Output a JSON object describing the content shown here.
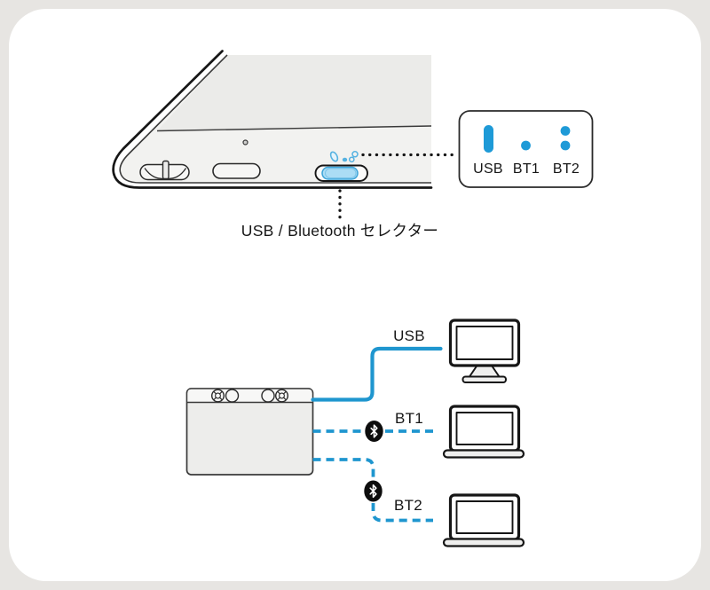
{
  "colors": {
    "accent": "#1F96CF",
    "indicator_blue": "#1E9AD7",
    "slider_fill": "#ABDDF5",
    "slider_stroke": "#3BA3D8",
    "mini_icon_blue": "#56B2E1",
    "background": "#E7E5E2",
    "card": "#FFFFFF",
    "line_dark": "#1A1A1A"
  },
  "device_callout": {
    "items": [
      {
        "label": "USB",
        "icon": "usb-pill-indicator"
      },
      {
        "label": "BT1",
        "icon": "single-dot-indicator"
      },
      {
        "label": "BT2",
        "icon": "double-dot-indicator"
      }
    ]
  },
  "selector_caption": "USB / Bluetooth セレクター",
  "connection_diagram": {
    "usb": {
      "label": "USB",
      "line": "solid",
      "target": "desktop-computer"
    },
    "bt1": {
      "label": "BT1",
      "line": "dashed",
      "target": "laptop"
    },
    "bt2": {
      "label": "BT2",
      "line": "dashed",
      "target": "laptop"
    }
  }
}
